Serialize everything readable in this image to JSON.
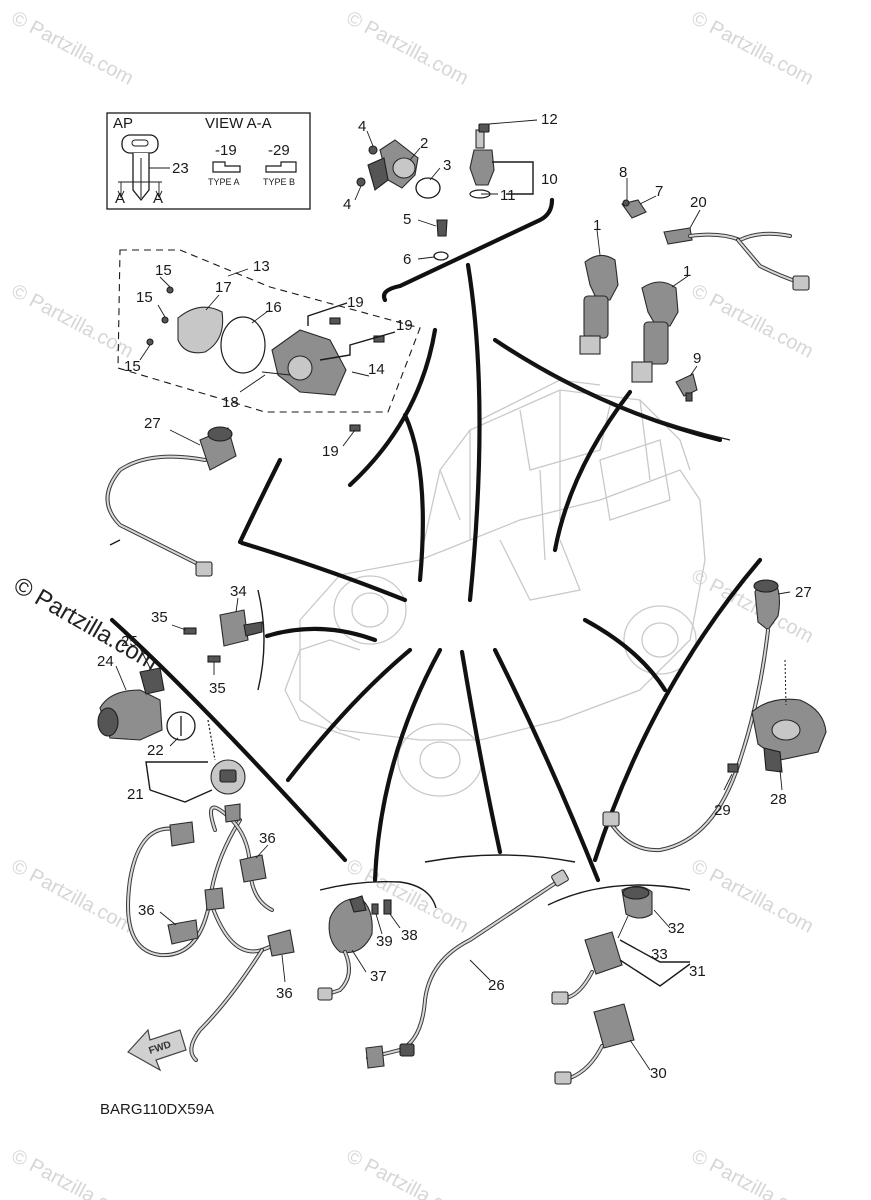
{
  "diagram_code": "BARG110DX59A",
  "watermark": "© Partzilla.com",
  "inset": {
    "model": "AP",
    "view": "VIEW A-A",
    "type_a_code": "-19",
    "type_b_code": "-29",
    "type_a_label": "TYPE A",
    "type_b_label": "TYPE B",
    "section_letter": "A",
    "key_callout": "23"
  },
  "fwd_label": "FWD",
  "callouts": {
    "c1a": "1",
    "c1b": "1",
    "c2": "2",
    "c3": "3",
    "c4a": "4",
    "c4b": "4",
    "c5": "5",
    "c6": "6",
    "c7": "7",
    "c8": "8",
    "c9": "9",
    "c10": "10",
    "c11": "11",
    "c12": "12",
    "c13": "13",
    "c14": "14",
    "c15a": "15",
    "c15b": "15",
    "c15c": "15",
    "c16": "16",
    "c17": "17",
    "c18": "18",
    "c19a": "19",
    "c19b": "19",
    "c19c": "19",
    "c20": "20",
    "c21": "21",
    "c22": "22",
    "c24": "24",
    "c25": "25",
    "c26": "26",
    "c27a": "27",
    "c27b": "27",
    "c28": "28",
    "c29": "29",
    "c30": "30",
    "c31": "31",
    "c32": "32",
    "c33": "33",
    "c34": "34",
    "c35a": "35",
    "c35b": "35",
    "c36a": "36",
    "c36b": "36",
    "c36c": "36",
    "c37": "37",
    "c38": "38",
    "c39": "39"
  }
}
